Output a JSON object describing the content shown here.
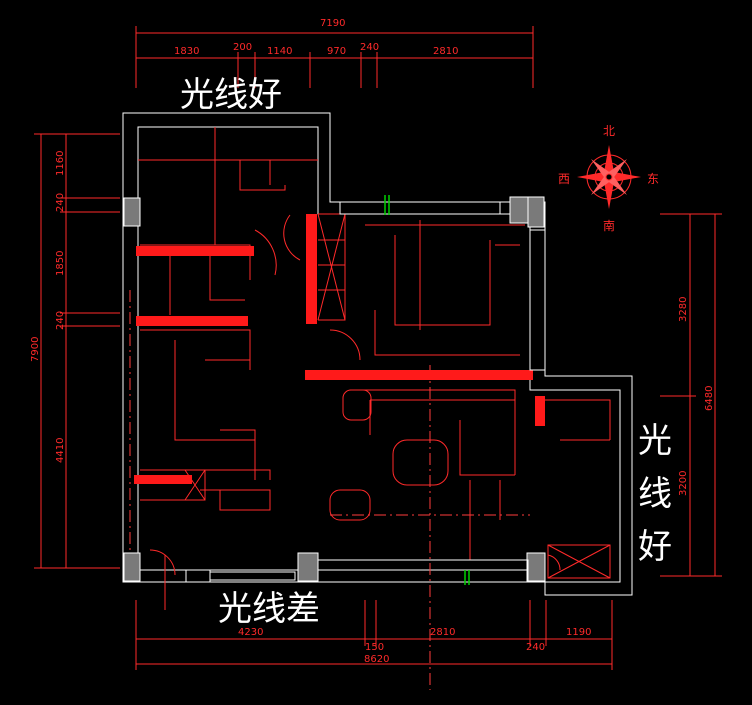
{
  "plan": {
    "dimensions_top": {
      "overall": "7190",
      "segments": [
        "1830",
        "200",
        "1140",
        "970",
        "240",
        "2810"
      ]
    },
    "dimensions_bottom": {
      "overall": "8620",
      "segments": [
        "4230",
        "150",
        "2810",
        "240",
        "1190"
      ]
    },
    "dimensions_left": {
      "overall": "7900",
      "segments": [
        "1160",
        "240",
        "1850",
        "240",
        "4410"
      ]
    },
    "dimensions_right": {
      "overall": "6480",
      "segments": [
        "3280",
        "3200"
      ]
    },
    "notes": {
      "top": "光线好",
      "right": [
        "光",
        "线",
        "好"
      ],
      "bottom": "光线差"
    },
    "compass": {
      "north": "北",
      "south": "南",
      "east": "东",
      "west": "西"
    },
    "colors": {
      "background": "#000000",
      "line": "#ff2a2a",
      "wall_fill": "#ff1a1a",
      "wall_outline": "#ffffff",
      "column": "#7a7a7a",
      "dash_line": "#ff3b3b",
      "window_green": "#00d000",
      "text": "#ffffff"
    }
  }
}
